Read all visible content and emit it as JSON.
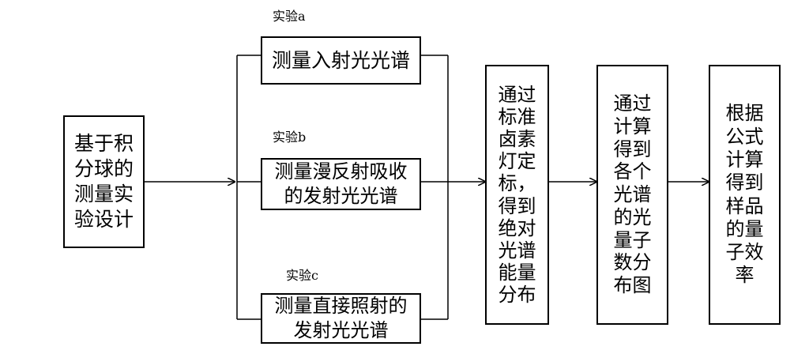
{
  "diagram": {
    "start_box": "基于积\n分球的\n测量实\n验设计",
    "experiments": [
      {
        "label": "实验a",
        "box": "测量入射光光谱"
      },
      {
        "label": "实验b",
        "box": "测量漫反射吸收\n的发射光光谱"
      },
      {
        "label": "实验c",
        "box": "测量直接照射的\n发射光光谱"
      }
    ],
    "step_boxes": [
      "通过\n标准\n卤素\n灯定\n标，\n得到\n绝对\n光谱\n能量\n分布",
      "通过\n计算\n得到\n各个\n光谱\n的光\n量子\n数分\n布图",
      "根据\n公式\n计算\n得到\n样品\n的量\n子效\n率"
    ]
  }
}
